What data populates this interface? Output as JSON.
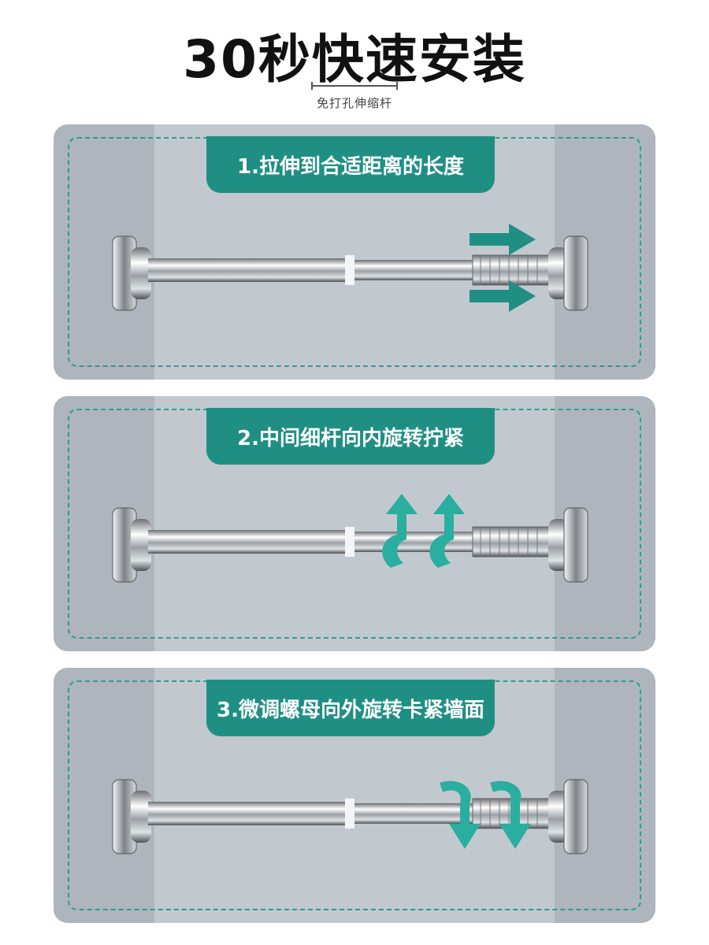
{
  "title": "30秒快速安装",
  "subtitle": "免打孔伸缩杆",
  "steps": [
    {
      "label": "1.拉伸到合适距离的长度",
      "icon": "stretch-arrows-icon"
    },
    {
      "label": "2.中间细杆向内旋转拧紧",
      "icon": "rotate-up-arrows-icon"
    },
    {
      "label": "3.微调螺母向外旋转卡紧墙面",
      "icon": "rotate-down-arrows-icon"
    }
  ],
  "colors": {
    "accent": "#1f8f84",
    "arrow": "#2aaea0",
    "panel": "#c2c9ce",
    "panel_side": "#aeb5bc",
    "dash": "#2f9d90"
  }
}
